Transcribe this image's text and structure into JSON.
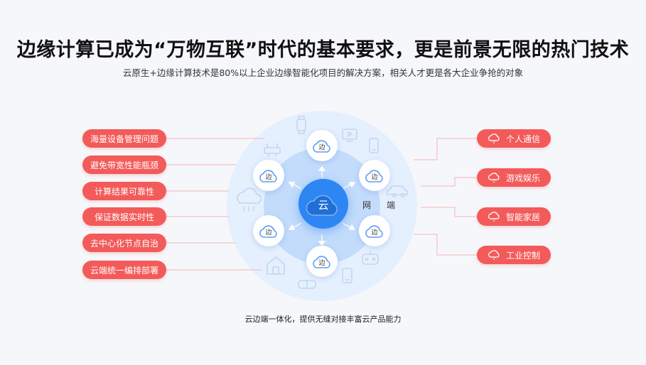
{
  "header": {
    "title": "边缘计算已成为“万物互联”时代的基本要求，更是前景无限的热门技术",
    "subtitle": "云原生+边缘计算技术是80%以上企业边缘智能化项目的解决方案，相关人才更是各大企业争抢的对象"
  },
  "left_items": [
    "海量设备管理问题",
    "避免带宽性能瓶颈",
    "计算结果可靠性",
    "保证数据实时性",
    "去中心化节点自治",
    "云端统一编排部署"
  ],
  "right_items": [
    "个人通信",
    "游戏娱乐",
    "智能家居",
    "工业控制"
  ],
  "center": {
    "core_label": "云",
    "edge_label": "边",
    "side_label_1": "网",
    "side_label_2": "端"
  },
  "caption": "云边端一体化，提供无缝对接丰富云产品能力",
  "colors": {
    "pill": "#f35a5a",
    "core": "#2e86f3",
    "outer_ring": "#e3efff",
    "middle_ring": "#bcd8fb",
    "connector": "#f4b4b4",
    "faint_icon": "#c5d6ec"
  },
  "icons": [
    "cloud-icon",
    "wifi-cloud-icon",
    "watch-icon",
    "tv-icon",
    "phone-icon",
    "car-icon",
    "robot-icon",
    "house-icon",
    "vr-glasses-icon",
    "router-icon",
    "rain-cloud-icon"
  ]
}
